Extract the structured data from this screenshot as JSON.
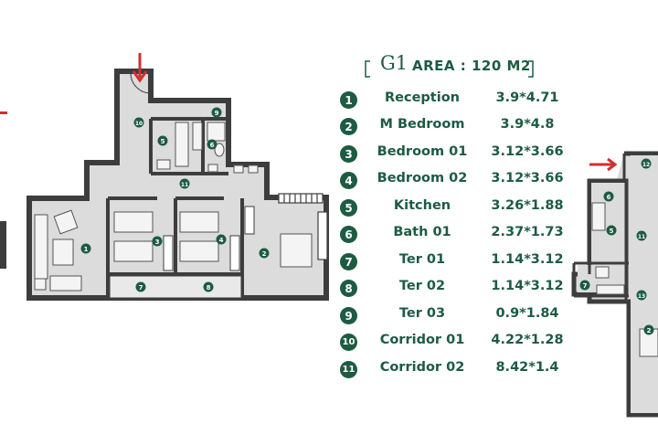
{
  "unit": {
    "code": "G1",
    "area_label": "AREA : 120 M2"
  },
  "rooms": [
    {
      "num": "1",
      "name": "Reception",
      "dims": "3.9*4.71"
    },
    {
      "num": "2",
      "name": "M Bedroom",
      "dims": "3.9*4.8"
    },
    {
      "num": "3",
      "name": "Bedroom 01",
      "dims": "3.12*3.66"
    },
    {
      "num": "4",
      "name": "Bedroom 02",
      "dims": "3.12*3.66"
    },
    {
      "num": "5",
      "name": "Kitchen",
      "dims": "3.26*1.88"
    },
    {
      "num": "6",
      "name": "Bath 01",
      "dims": "2.37*1.73"
    },
    {
      "num": "7",
      "name": "Ter 01",
      "dims": "1.14*3.12"
    },
    {
      "num": "8",
      "name": "Ter 02",
      "dims": "1.14*3.12"
    },
    {
      "num": "9",
      "name": "Ter 03",
      "dims": "0.9*1.84"
    },
    {
      "num": "10",
      "name": "Corridor 01",
      "dims": "4.22*1.28"
    },
    {
      "num": "11",
      "name": "Corridor 02",
      "dims": "8.42*1.4"
    }
  ],
  "plan_markers": [
    "1",
    "2",
    "3",
    "4",
    "5",
    "6",
    "7",
    "8",
    "9",
    "10",
    "11"
  ],
  "secondary_plan_markers": [
    "12",
    "6",
    "5",
    "11",
    "7",
    "13",
    "2"
  ],
  "colors": {
    "accent_green": "#1d5b43",
    "wall": "#3d3d3d",
    "floor": "#dcdcdc",
    "arrow": "#d32f2f"
  }
}
